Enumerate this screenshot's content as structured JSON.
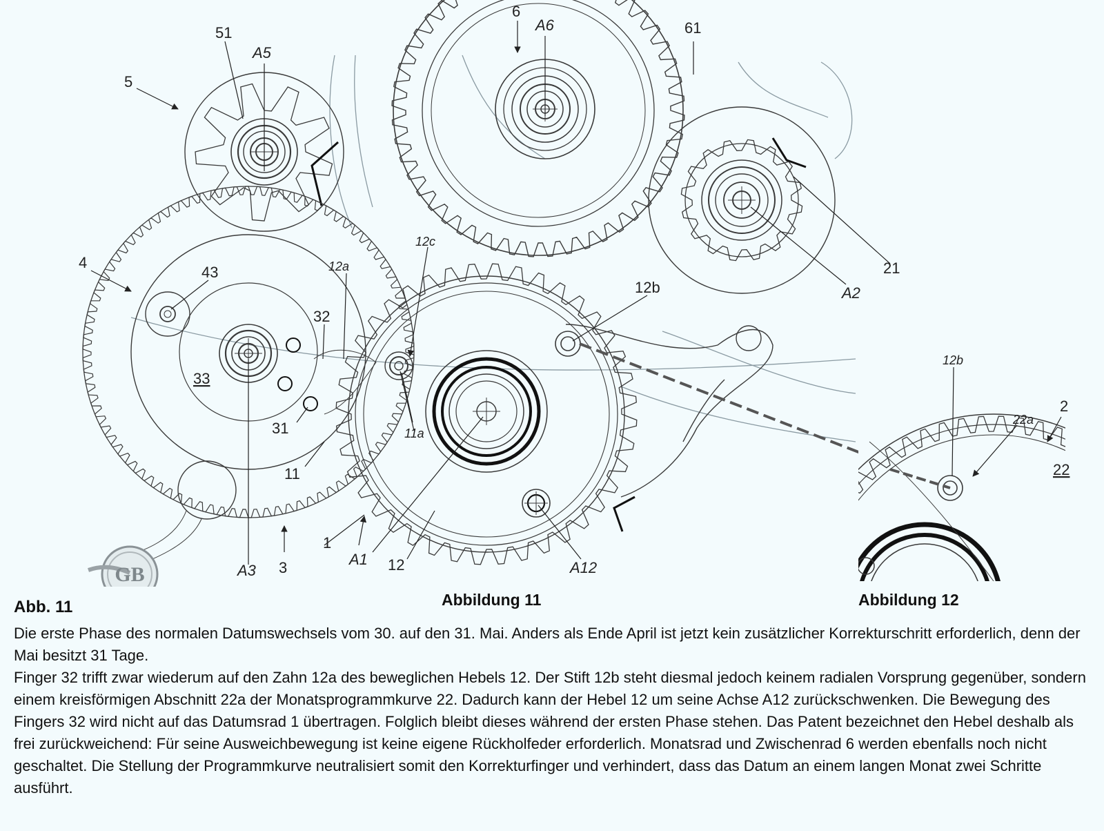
{
  "labels": {
    "l5": "5",
    "l51": "51",
    "lA5": "A5",
    "l6": "6",
    "lA6": "A6",
    "l61": "61",
    "l4": "4",
    "l43": "43",
    "l12a": "12a",
    "l12c": "12c",
    "l12b": "12b",
    "l21": "21",
    "lA2": "A2",
    "l32": "32",
    "l33": "33",
    "l31": "31",
    "l11a": "11a",
    "l11": "11",
    "l1": "1",
    "lA1": "A1",
    "l12": "12",
    "lA12": "A12",
    "lA3": "A3",
    "l3": "3",
    "r12b": "12b",
    "r2": "2",
    "r22a": "22a",
    "r22": "22"
  },
  "figure": {
    "title": "Abb. 11",
    "caption_left": "Abbildung 11",
    "caption_right": "Abbildung 12"
  },
  "caption": {
    "p1": "Die erste Phase des normalen Datumswechsels vom 30. auf den 31. Mai. Anders als Ende April ist jetzt kein zusätzlicher Korrekturschritt erforderlich, denn der Mai besitzt 31 Tage.",
    "p2": "Finger 32 trifft zwar wiederum auf den Zahn 12a des beweglichen Hebels 12. Der Stift 12b steht diesmal jedoch keinem radialen Vorsprung gegenüber, sondern einem kreisförmigen Abschnitt 22a der Monatsprogrammkurve 22. Dadurch kann der Hebel 12 um seine Achse A12 zurückschwenken. Die Bewegung des Fingers 32 wird nicht auf das Datumsrad 1 übertragen. Folglich bleibt dieses während der ersten Phase stehen. Das Patent bezeichnet den Hebel deshalb als frei zurückweichend: Für seine Ausweichbewegung ist keine eigene Rückholfeder erforderlich. Monatsrad und Zwischenrad 6 werden ebenfalls noch nicht geschaltet. Die Stellung der Programmkurve neutralisiert somit den Korrekturfinger und verhindert, dass das Datum an einem langen Monat zwei Schritte ausführt."
  },
  "logo": {
    "text": "GB"
  },
  "colors": {
    "line": "#3a3a3a",
    "background": "#f3fbfd"
  }
}
